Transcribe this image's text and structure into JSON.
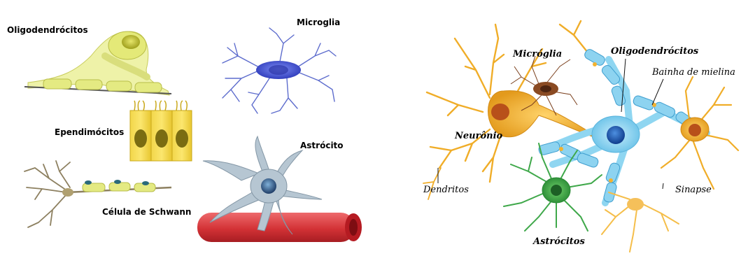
{
  "left_panel": {
    "labels": {
      "oligodendrocitos": "Oligodendrócitos",
      "microglia": "Microglia",
      "ependimocitos": "Ependimócitos",
      "astrocito": "Astrócito",
      "celula_schwann": "Célula de Schwann"
    }
  },
  "right_panel": {
    "labels": {
      "microglia": "Micróglia",
      "oligodendrocitos": "Oligodendrócitos",
      "bainha": "Bainha de mielina",
      "neuronio": "Neurônio",
      "dendritos": "Dendritos",
      "sinapse": "Sinapse",
      "astrocitos": "Astrócitos"
    }
  },
  "colors": {
    "oligo_yellow": "#e8ec8a",
    "oligo_nucleus": "#b4b428",
    "microglia_blue": "#3b4bd6",
    "microglia_branch": "#5a6bc8",
    "astro_gray": "#aebfcc",
    "astro_nucleus": "#2e4f7a",
    "vessel_red": "#d63a3e",
    "neuron_orange": "#f2b230",
    "neuron_nucleus": "#c4561c",
    "oligo_cyan": "#82d2ef",
    "oligo_cyan_dark": "#2b78c8",
    "astro_green": "#3fa84a",
    "microglia_brown": "#8a4a22"
  }
}
